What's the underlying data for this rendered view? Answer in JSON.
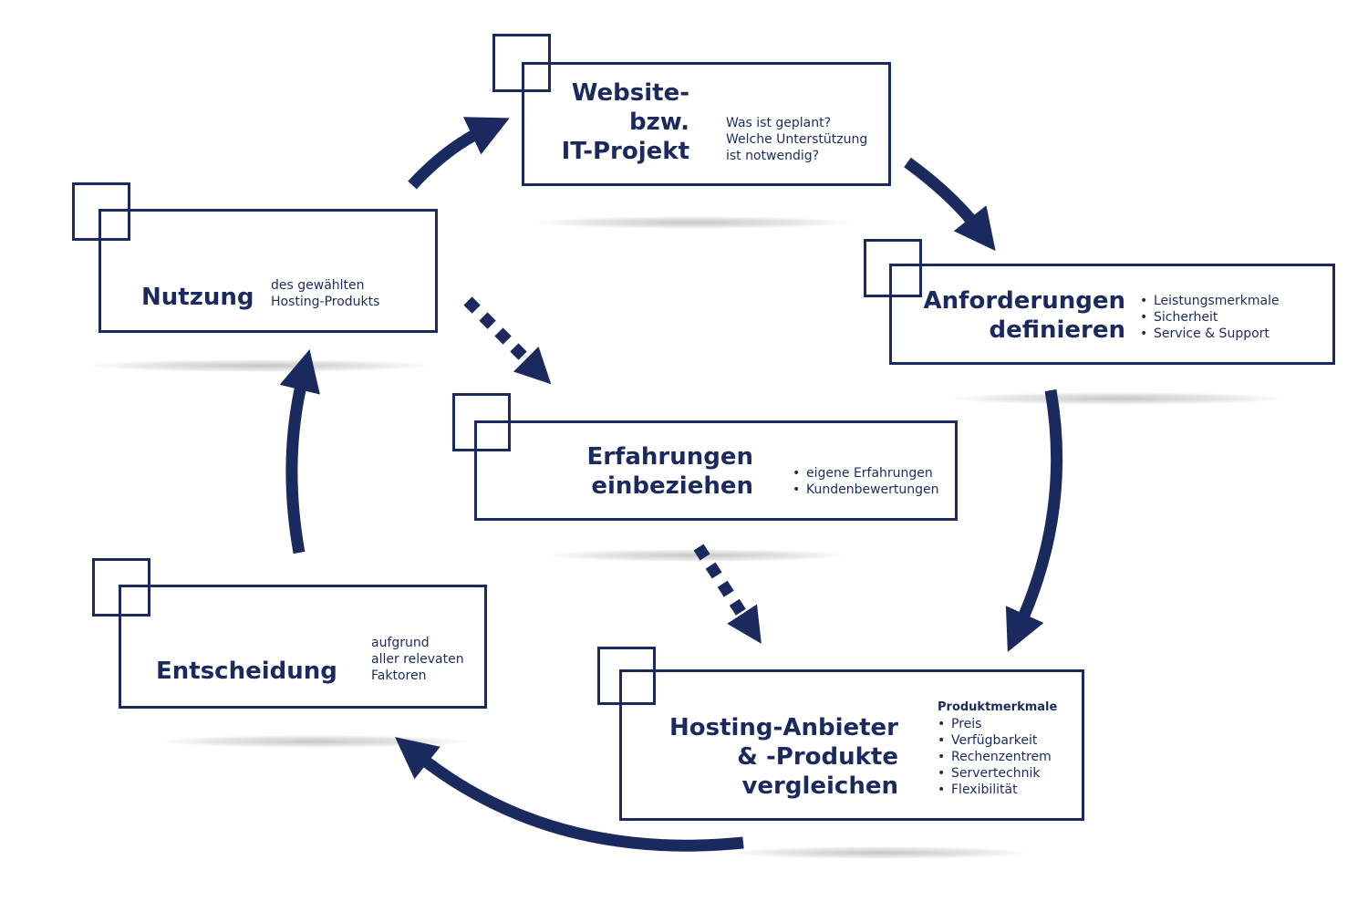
{
  "colors": {
    "primary": "#1b2a5e",
    "background": "#ffffff"
  },
  "steps": {
    "website": {
      "title": [
        "Website-",
        "bzw.",
        "IT-Projekt"
      ],
      "description": [
        "Was ist geplant?",
        "Welche Unterstützung",
        "ist notwendig?"
      ]
    },
    "anforderungen": {
      "title": [
        "Anforderungen",
        "definieren"
      ],
      "bullets": [
        "Leistungsmerkmale",
        "Sicherheit",
        "Service & Support"
      ]
    },
    "erfahrungen": {
      "title": [
        "Erfahrungen",
        "einbeziehen"
      ],
      "bullets": [
        "eigene Erfahrungen",
        "Kundenbewertungen"
      ]
    },
    "hosting": {
      "title": [
        "Hosting-Anbieter",
        "& -Produkte",
        "vergleichen"
      ],
      "subheading": "Produktmerkmale",
      "bullets": [
        "Preis",
        "Verfügbarkeit",
        "Rechenzentrem",
        "Servertechnik",
        "Flexibilität"
      ]
    },
    "entscheidung": {
      "title": [
        "Entscheidung"
      ],
      "description": [
        "aufgrund",
        "aller relevaten",
        "Faktoren"
      ]
    },
    "nutzung": {
      "title": [
        "Nutzung"
      ],
      "description": [
        "des gewählten",
        "Hosting-Produkts"
      ]
    }
  }
}
